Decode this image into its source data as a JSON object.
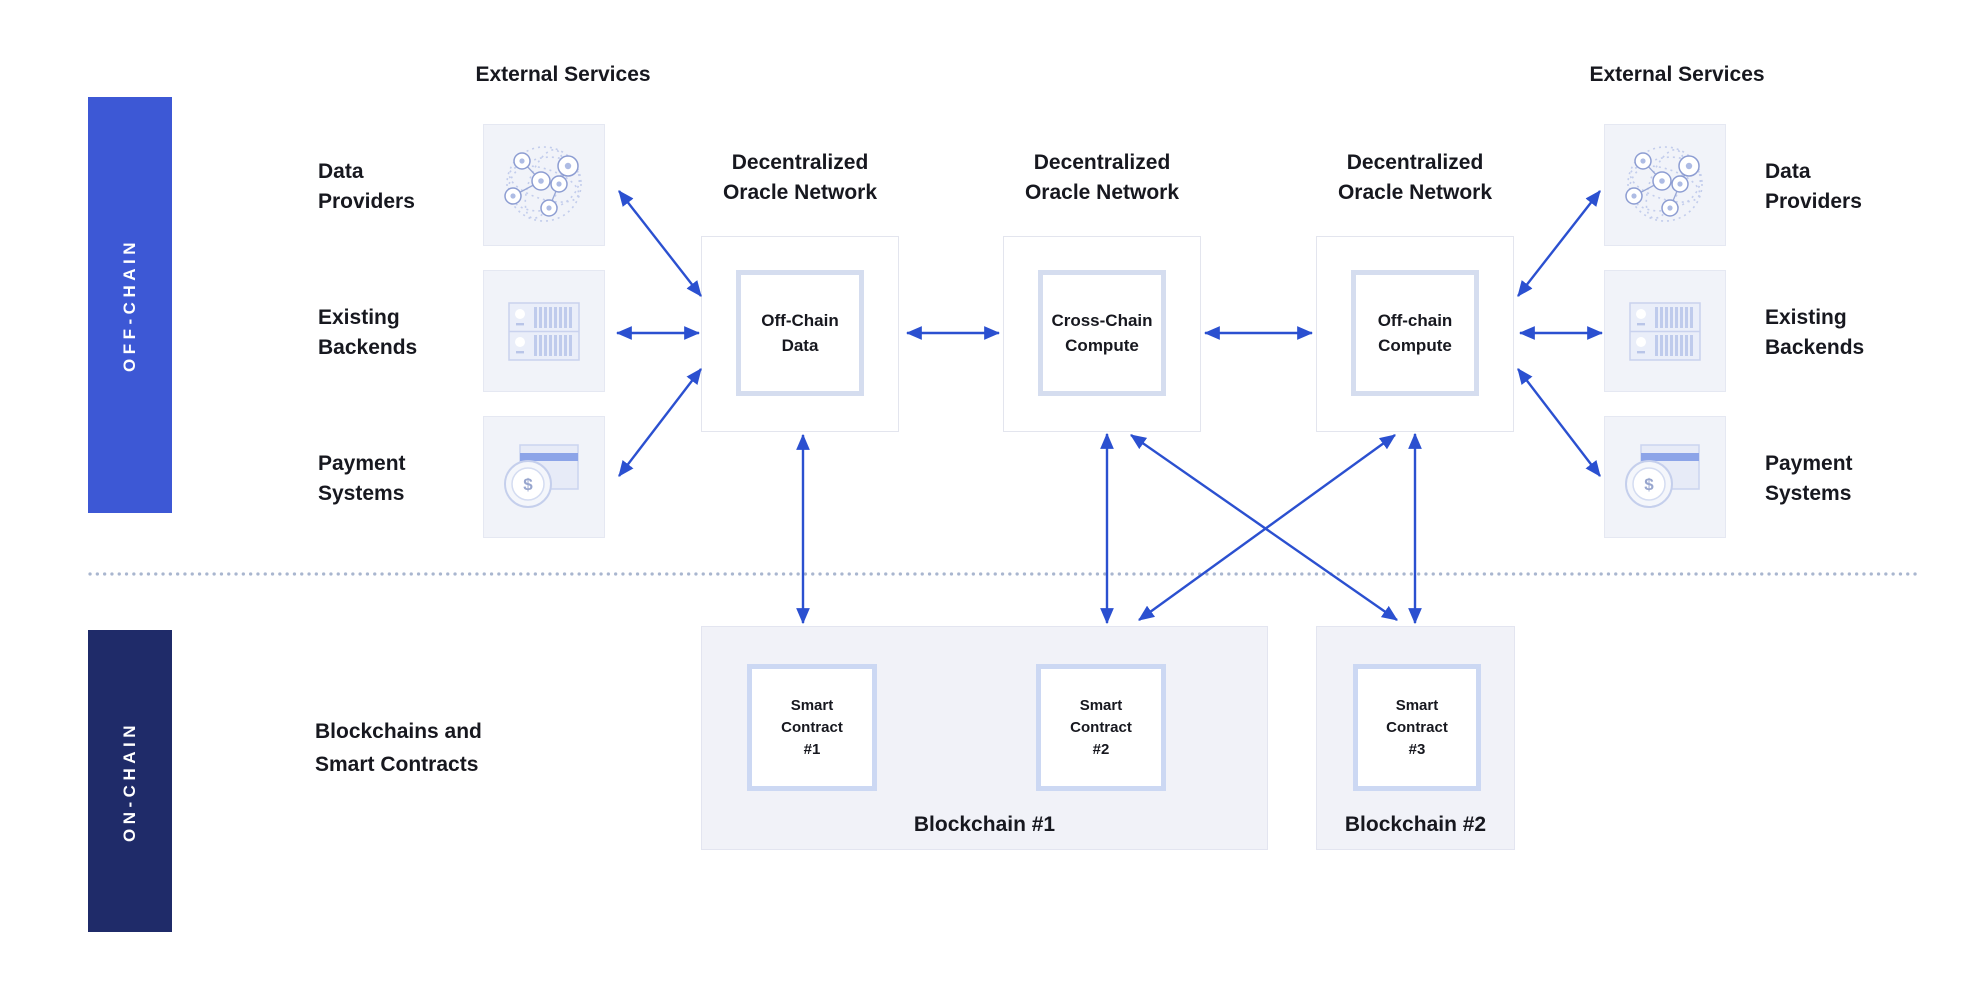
{
  "bands": {
    "offchain": "OFF-CHAIN",
    "onchain": "ON-CHAIN"
  },
  "external_services": {
    "left": "External Services",
    "right": "External Services"
  },
  "services_left": [
    {
      "line1": "Data",
      "line2": "Providers",
      "icon": "data-providers-globe-icon"
    },
    {
      "line1": "Existing",
      "line2": "Backends",
      "icon": "server-rack-icon"
    },
    {
      "line1": "Payment",
      "line2": "Systems",
      "icon": "credit-card-coin-icon"
    }
  ],
  "services_right": [
    {
      "line1": "Data",
      "line2": "Providers",
      "icon": "data-providers-globe-icon"
    },
    {
      "line1": "Existing",
      "line2": "Backends",
      "icon": "server-rack-icon"
    },
    {
      "line1": "Payment",
      "line2": "Systems",
      "icon": "credit-card-coin-icon"
    }
  ],
  "dons": [
    {
      "t1": "Decentralized",
      "t2": "Oracle Network",
      "n1": "Off-Chain",
      "n2": "Data"
    },
    {
      "t1": "Decentralized",
      "t2": "Oracle Network",
      "n1": "Cross-Chain",
      "n2": "Compute"
    },
    {
      "t1": "Decentralized",
      "t2": "Oracle Network",
      "n1": "Off-chain",
      "n2": "Compute"
    }
  ],
  "onchain_section": {
    "line1": "Blockchains and",
    "line2": "Smart Contracts"
  },
  "blockchains": [
    {
      "label": "Blockchain #1"
    },
    {
      "label": "Blockchain #2"
    }
  ],
  "contracts": [
    {
      "l1": "Smart",
      "l2": "Contract",
      "l3": "#1"
    },
    {
      "l1": "Smart",
      "l2": "Contract",
      "l3": "#2"
    },
    {
      "l1": "Smart",
      "l2": "Contract",
      "l3": "#3"
    }
  ],
  "colors": {
    "offchain_bar": "#3D58D5",
    "onchain_bar": "#1F2B69",
    "arrow": "#2B50D0",
    "divider_dots": "#A9B6CF",
    "tile_background": "#F1F3F9",
    "oracle_inner_border": "#D5DDEF",
    "smart_contract_border": "#CCD8F3",
    "blockchain_background": "#F1F2F8",
    "text": "#17181F"
  }
}
